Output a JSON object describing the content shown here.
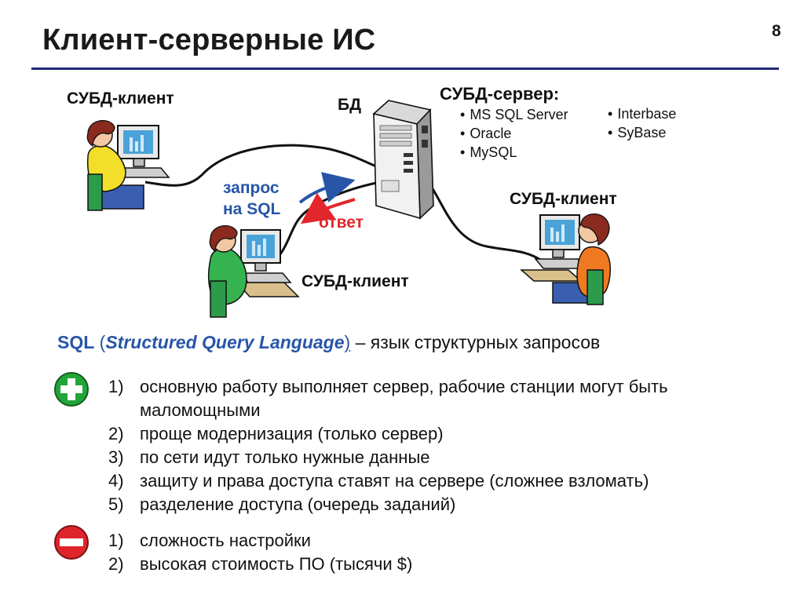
{
  "slide": {
    "title": "Клиент-серверные ИС",
    "page_number": "8"
  },
  "diagram": {
    "client_top_label": "СУБД-клиент",
    "db_label": "БД",
    "server_label": "СУБД-сервер:",
    "server_list_left": [
      "MS SQL Server",
      "Oracle",
      "MySQL"
    ],
    "server_list_right": [
      "Interbase",
      "SyBase"
    ],
    "client_right_label": "СУБД-клиент",
    "client_bottom_label": "СУБД-клиент",
    "request_label_line1": "запрос",
    "request_label_line2": "на SQL",
    "response_label": "ответ",
    "colors": {
      "request_arrow": "#2855a8",
      "response_arrow": "#e3262b",
      "cable": "#111111"
    }
  },
  "definition": {
    "term": "SQL",
    "paren_open": "(",
    "expansion": "Structured Query Language",
    "paren_close": ")",
    "description": " – язык структурных запросов"
  },
  "pros": {
    "icon": "plus-icon",
    "color": "#22a53a",
    "items": [
      {
        "num": "1)",
        "text": "основную работу выполняет сервер, рабочие станции могут быть маломощными"
      },
      {
        "num": "2)",
        "text": "проще модернизация (только сервер)"
      },
      {
        "num": "3)",
        "text": "по сети идут только нужные данные"
      },
      {
        "num": "4)",
        "text": "защиту и права доступа ставят на сервере (сложнее взломать)"
      },
      {
        "num": "5)",
        "text": "разделение доступа (очередь заданий)"
      }
    ]
  },
  "cons": {
    "icon": "minus-icon",
    "color": "#e0242b",
    "items": [
      {
        "num": "1)",
        "text": "сложность настройки"
      },
      {
        "num": "2)",
        "text": "высокая стоимость ПО (тысячи $)"
      }
    ]
  }
}
